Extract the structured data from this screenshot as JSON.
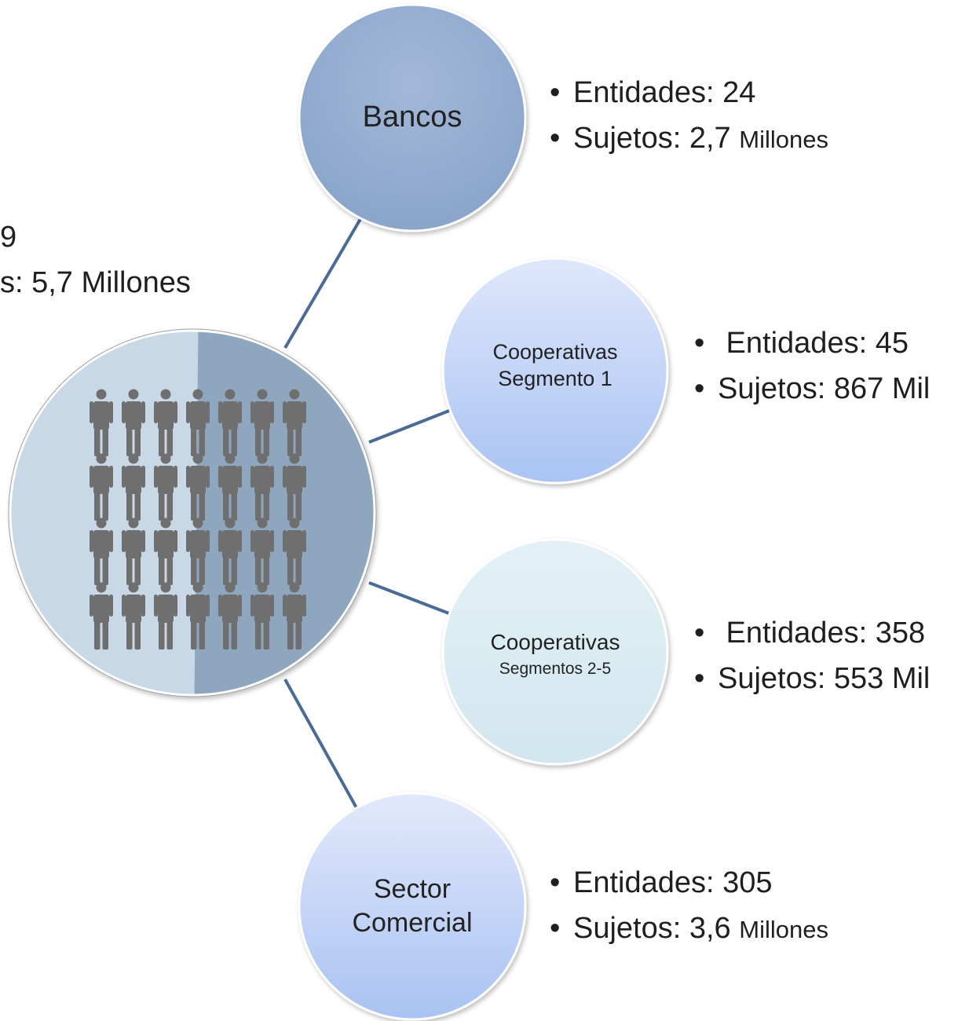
{
  "center": {
    "partial_line1": "9",
    "partial_line2": "s: 5,7 Millones",
    "icon": "people-group-icon"
  },
  "nodes": [
    {
      "id": "bancos",
      "label_lines": [
        "Bancos"
      ],
      "entidades_label": "Entidades: 24",
      "sujetos_label": "Sujetos: 2,7",
      "sujetos_unit": "Millones",
      "fill": "#8fa9cc"
    },
    {
      "id": "coop-s1",
      "label_lines": [
        "Cooperativas",
        "Segmento 1"
      ],
      "entidades_label": " Entidades: 45",
      "sujetos_label": "Sujetos: 867 Mil",
      "sujetos_unit": "",
      "fill": "#c6d7f7"
    },
    {
      "id": "coop-s2-5",
      "label_lines": [
        "Cooperativas",
        "Segmentos 2-5"
      ],
      "entidades_label": " Entidades: 358",
      "sujetos_label": "Sujetos: 553 Mil",
      "sujetos_unit": "",
      "fill": "#dcedf2"
    },
    {
      "id": "sector-comercial",
      "label_lines": [
        "Sector",
        "Comercial"
      ],
      "entidades_label": "Entidades: 305",
      "sujetos_label": "Sujetos: 3,6",
      "sujetos_unit": "Millones",
      "fill": "#c6d7f7"
    }
  ],
  "colors": {
    "connector": "#4a6b95",
    "center_light": "#c8d8e6",
    "center_dark": "#8ea7bf",
    "person": "#6f6f6f"
  }
}
